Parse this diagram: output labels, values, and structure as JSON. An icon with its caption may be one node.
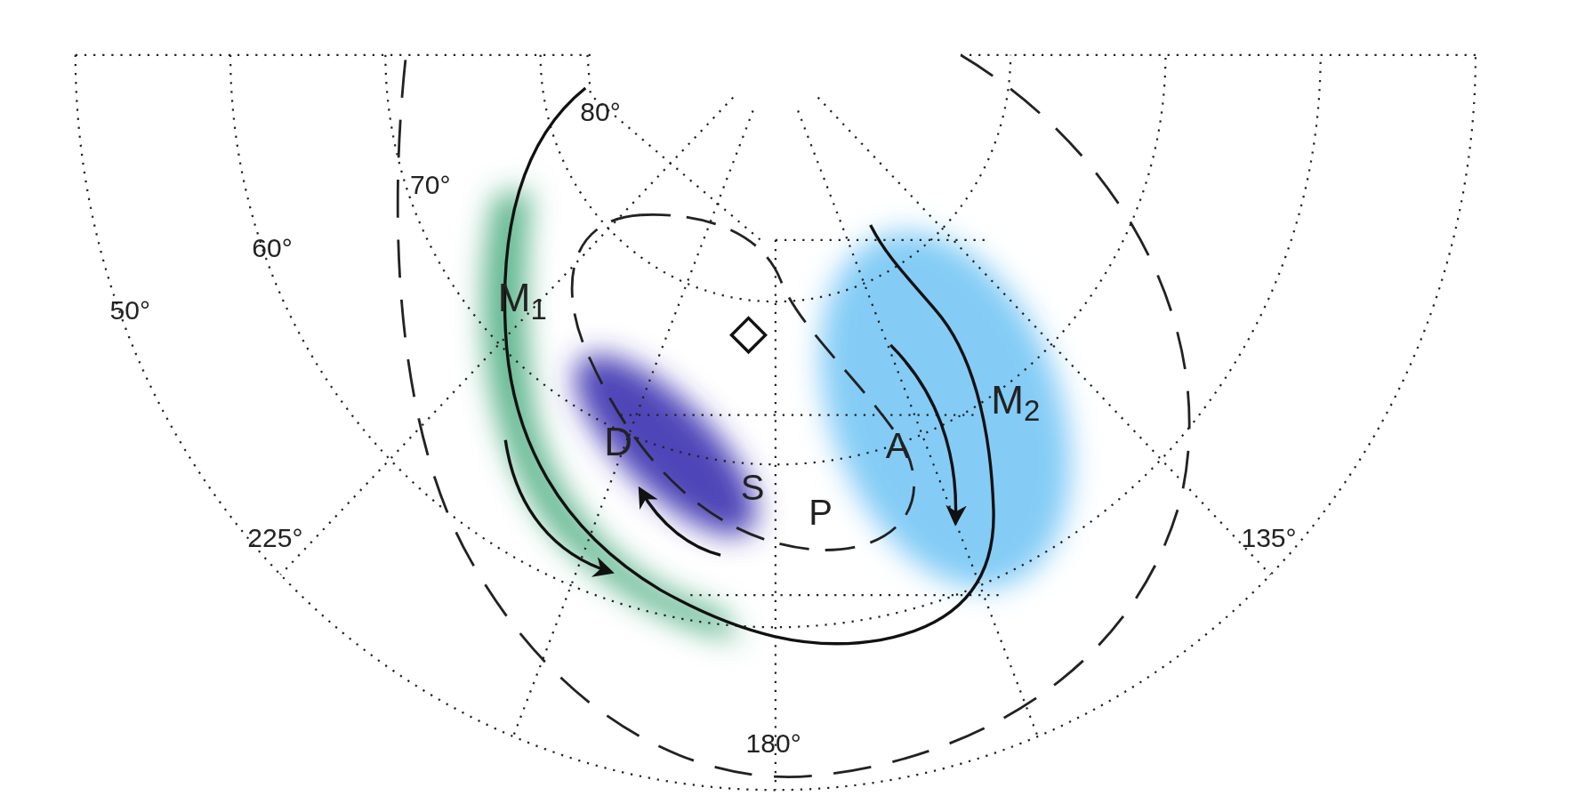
{
  "diagram": {
    "labels": [
      "80°",
      "70°",
      "60°",
      "50°",
      "M$_{1}$",
      "D",
      "S",
      "P",
      "A",
      "M$_{2}$",
      "225°",
      "135°",
      "180°"
    ]
  }
}
